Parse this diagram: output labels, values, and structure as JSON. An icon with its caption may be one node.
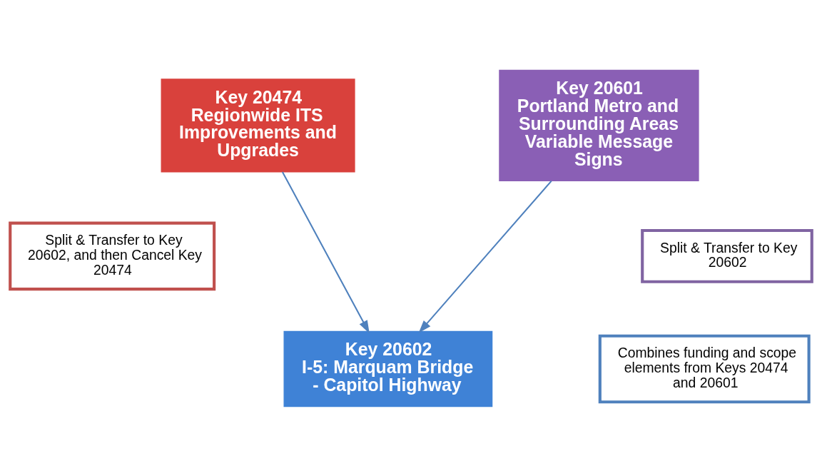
{
  "diagram": {
    "nodes": [
      {
        "text": [
          "Key 20474",
          "Regionwide ITS Improvements and Upgrades"
        ]
      },
      {
        "text": [
          "Split & Transfer to Key 20602, and then Cancel Key 20474"
        ]
      },
      {
        "text": [
          "Key 20601",
          "Portland Metro and Surrounding Areas Variable Message Signs"
        ]
      },
      {
        "text": [
          "Split & Transfer to Key 20602"
        ]
      },
      {
        "text": [
          "Key 20602",
          "I-5: Marquam Bridge - Capitol Highway"
        ]
      },
      {
        "text": [
          "Combines funding and scope elements from Keys 20474 and 20601"
        ]
      }
    ],
    "edges": [
      {
        "from": 0,
        "to": 4,
        "arrow": "to"
      },
      {
        "from": 2,
        "to": 4,
        "arrow": "to"
      }
    ]
  }
}
